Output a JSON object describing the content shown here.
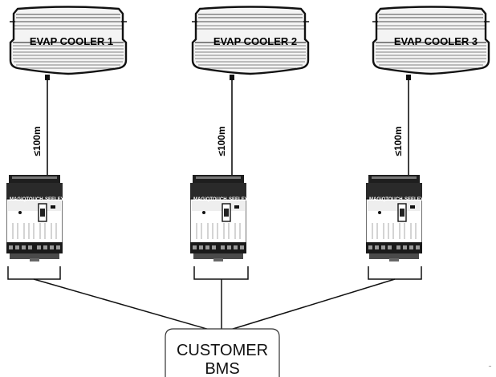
{
  "coolers": [
    {
      "label": "EVAP COOLER 1",
      "distance": "≤100m"
    },
    {
      "label": "EVAP COOLER 2",
      "distance": "≤100m"
    },
    {
      "label": "EVAP COOLER 3",
      "distance": "≤100m"
    }
  ],
  "controller": {
    "brand_left": "MAGiQTOUCH",
    "brand_right": "SEELEY"
  },
  "bms": {
    "line1": "CUSTOMER",
    "line2": "BMS"
  },
  "corner_mark": "¨"
}
